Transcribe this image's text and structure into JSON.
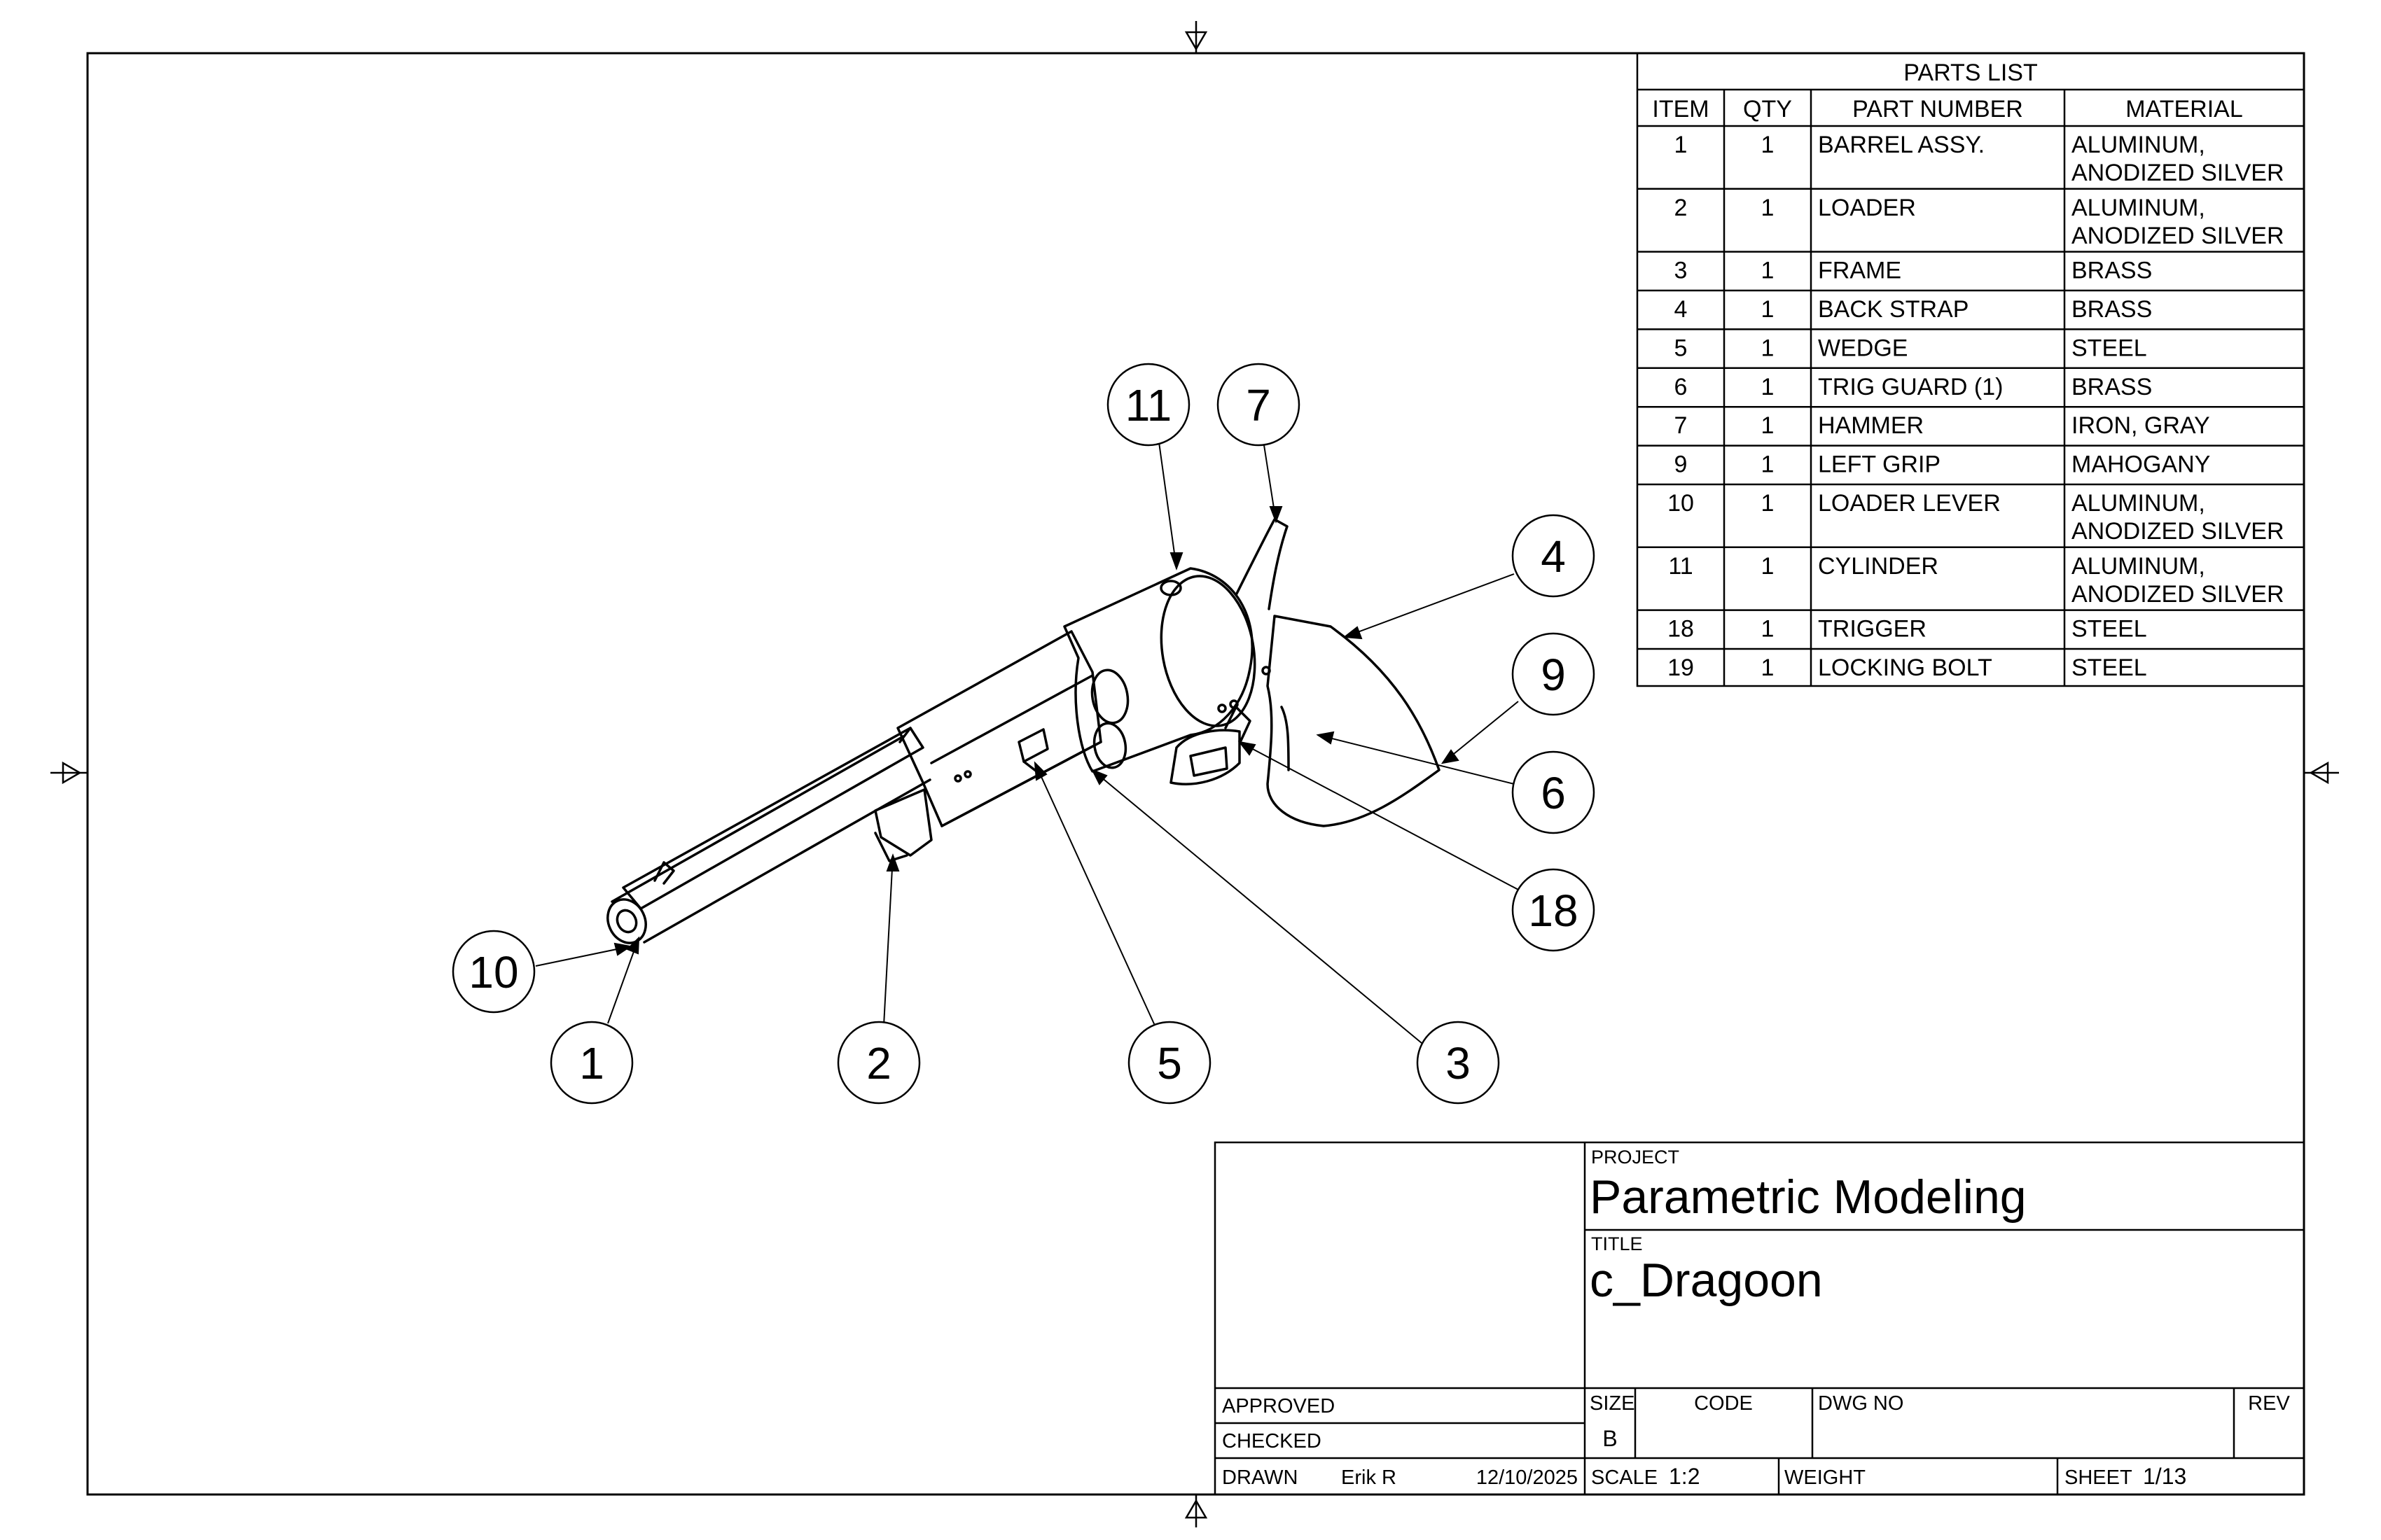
{
  "parts_list": {
    "title": "PARTS LIST",
    "headers": [
      "ITEM",
      "QTY",
      "PART NUMBER",
      "MATERIAL"
    ],
    "rows": [
      {
        "item": "1",
        "qty": "1",
        "part": "BARREL ASSY.",
        "material": [
          "ALUMINUM,",
          "ANODIZED SILVER"
        ]
      },
      {
        "item": "2",
        "qty": "1",
        "part": "LOADER",
        "material": [
          "ALUMINUM,",
          "ANODIZED SILVER"
        ]
      },
      {
        "item": "3",
        "qty": "1",
        "part": "FRAME",
        "material": [
          "BRASS"
        ]
      },
      {
        "item": "4",
        "qty": "1",
        "part": "BACK STRAP",
        "material": [
          "BRASS"
        ]
      },
      {
        "item": "5",
        "qty": "1",
        "part": "WEDGE",
        "material": [
          "STEEL"
        ]
      },
      {
        "item": "6",
        "qty": "1",
        "part": "TRIG GUARD (1)",
        "material": [
          "BRASS"
        ]
      },
      {
        "item": "7",
        "qty": "1",
        "part": "HAMMER",
        "material": [
          "IRON, GRAY"
        ]
      },
      {
        "item": "9",
        "qty": "1",
        "part": "LEFT GRIP",
        "material": [
          "MAHOGANY"
        ]
      },
      {
        "item": "10",
        "qty": "1",
        "part": "LOADER LEVER",
        "material": [
          "ALUMINUM,",
          "ANODIZED SILVER"
        ]
      },
      {
        "item": "11",
        "qty": "1",
        "part": "CYLINDER",
        "material": [
          "ALUMINUM,",
          "ANODIZED SILVER"
        ]
      },
      {
        "item": "18",
        "qty": "1",
        "part": "TRIGGER",
        "material": [
          "STEEL"
        ]
      },
      {
        "item": "19",
        "qty": "1",
        "part": "LOCKING BOLT",
        "material": [
          "STEEL"
        ]
      }
    ]
  },
  "balloons": [
    "11",
    "7",
    "4",
    "9",
    "6",
    "18",
    "10",
    "1",
    "2",
    "5",
    "3"
  ],
  "title_block": {
    "project_label": "PROJECT",
    "project": "Parametric Modeling",
    "title_label": "TITLE",
    "title": "c_Dragoon",
    "approved_label": "APPROVED",
    "checked_label": "CHECKED",
    "drawn_label": "DRAWN",
    "drawn_by": "Erik R",
    "drawn_date": "12/10/2025",
    "size_label": "SIZE",
    "size": "B",
    "code_label": "CODE",
    "dwg_no_label": "DWG NO",
    "rev_label": "REV",
    "scale_label": "SCALE",
    "scale": "1:2",
    "weight_label": "WEIGHT",
    "sheet_label": "SHEET",
    "sheet": "1/13"
  }
}
